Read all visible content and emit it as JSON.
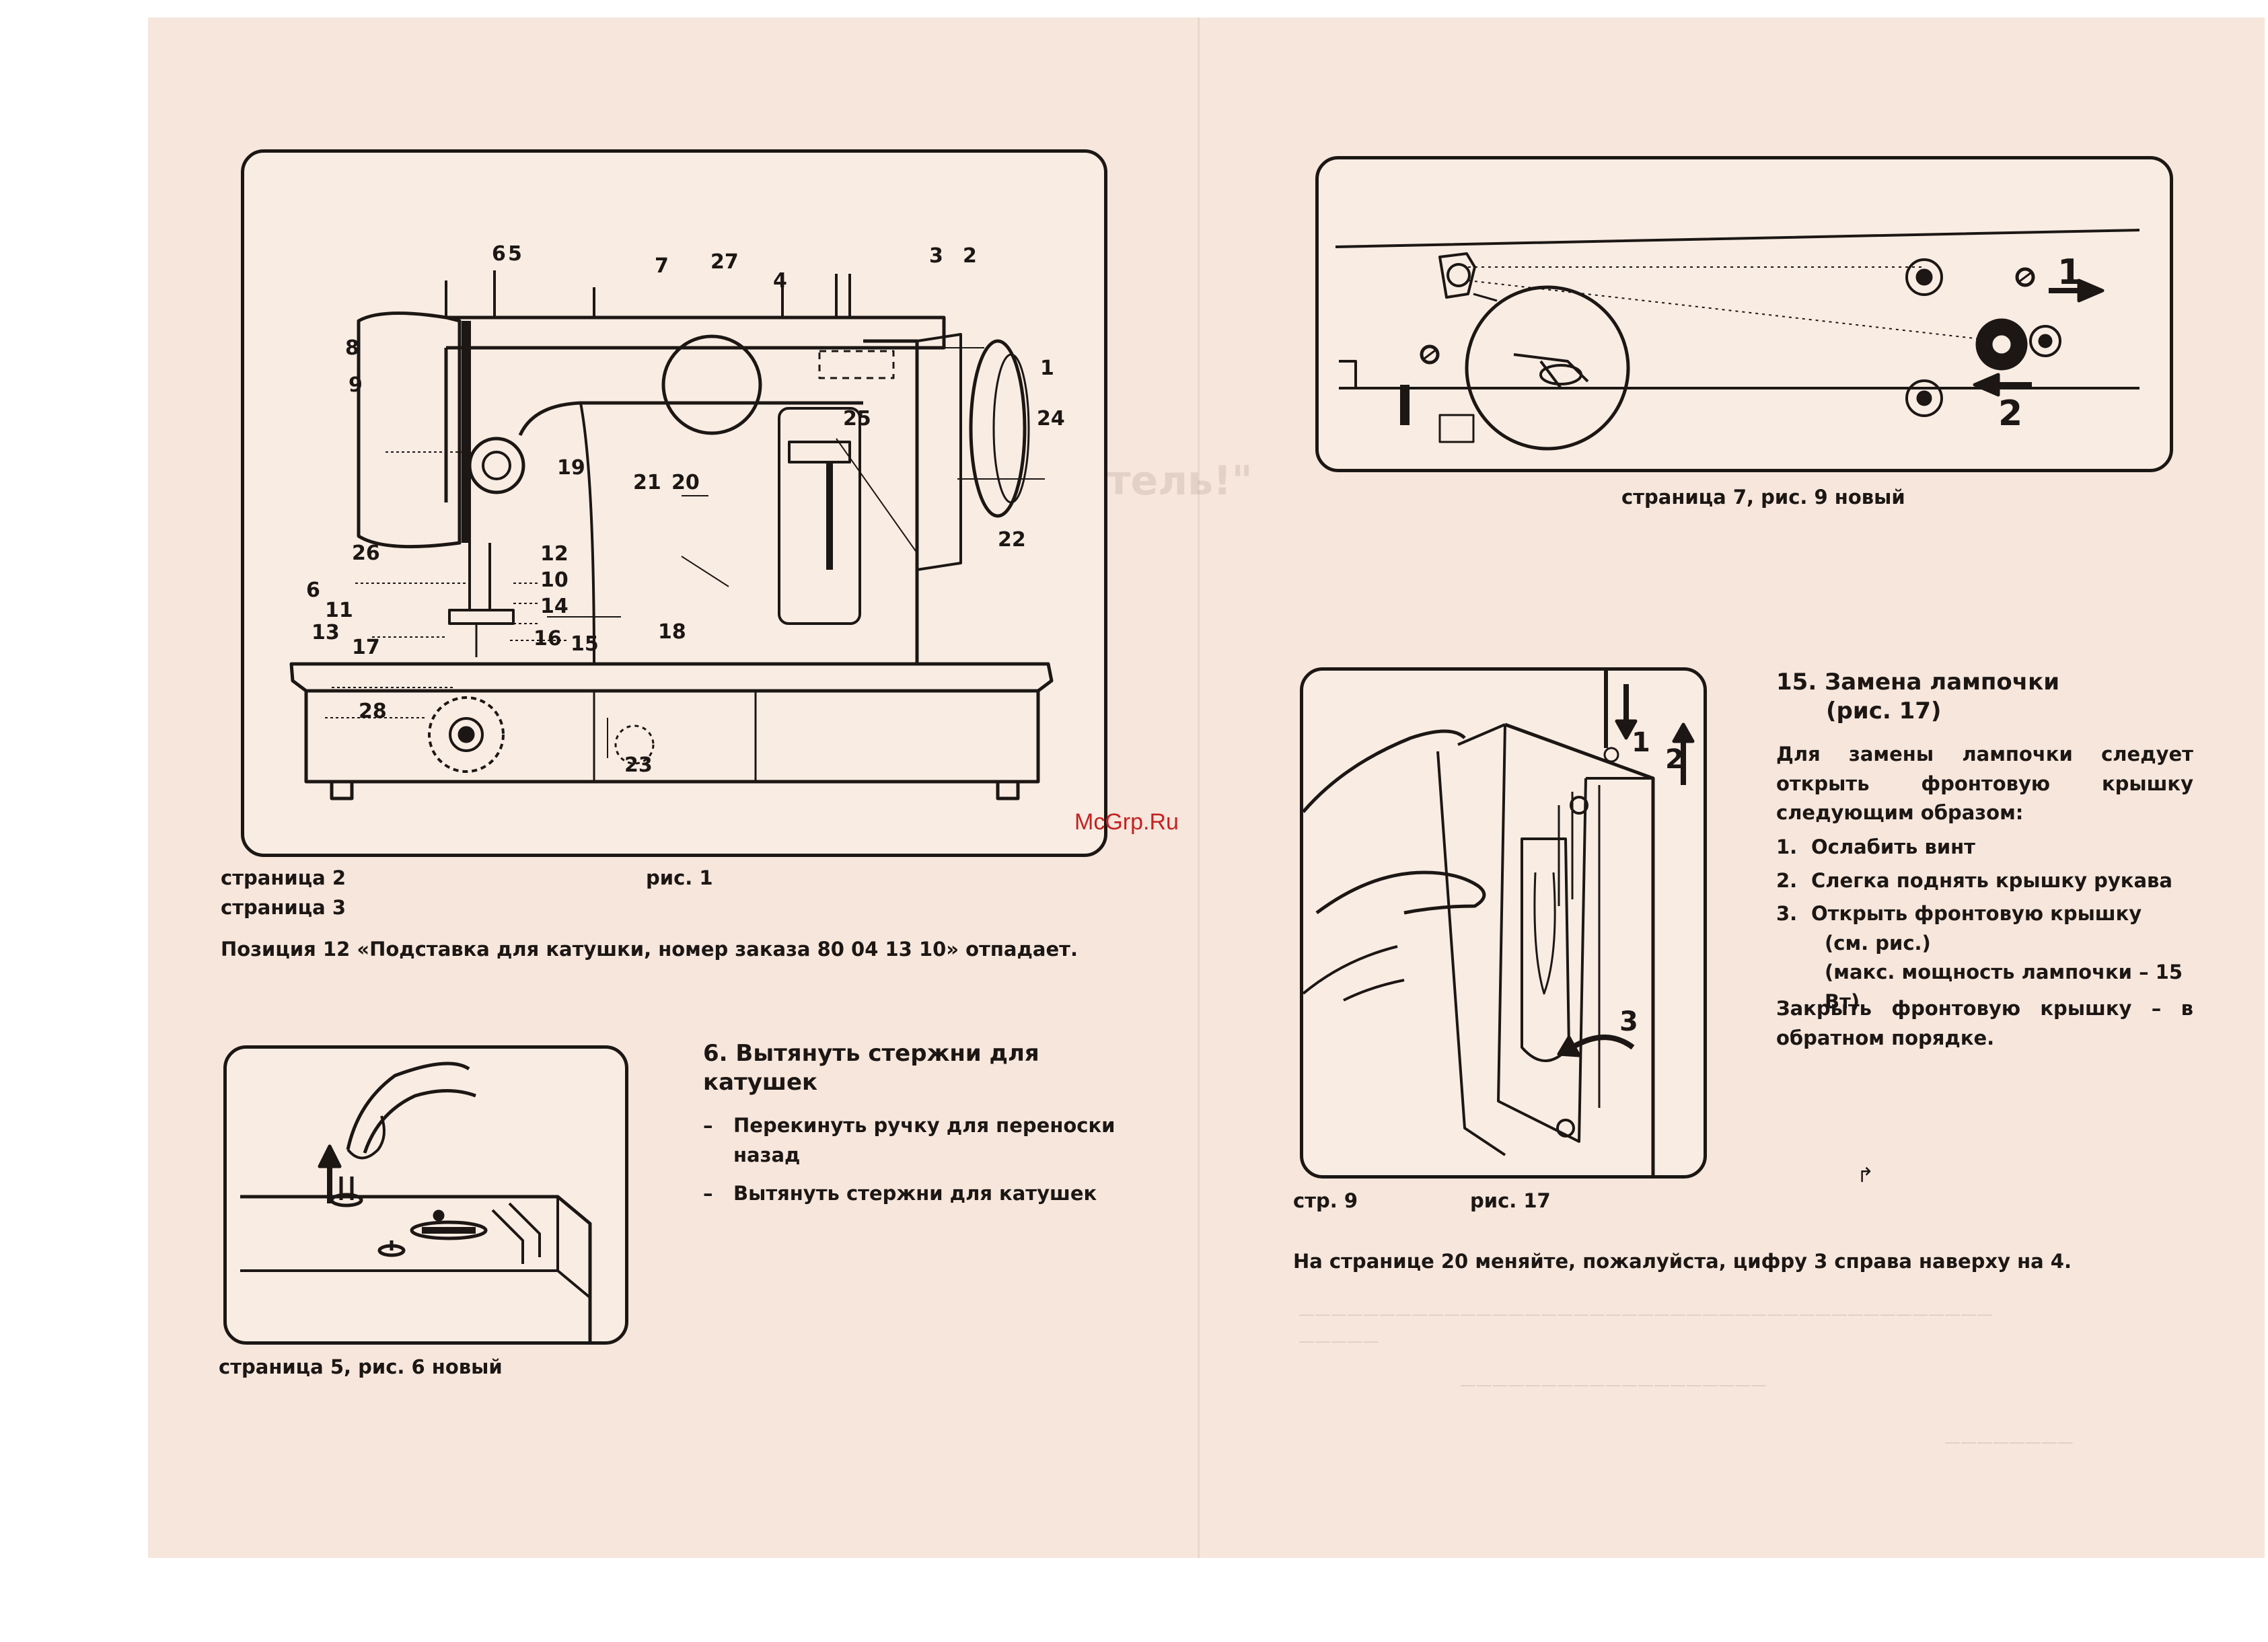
{
  "watermark": "McGrp.Ru",
  "left_page": {
    "figure1": {
      "callouts": [
        "1",
        "2",
        "3",
        "4",
        "5",
        "6",
        "6",
        "7",
        "8",
        "9",
        "10",
        "11",
        "12",
        "13",
        "14",
        "15",
        "16",
        "17",
        "18",
        "19",
        "20",
        "21",
        "22",
        "23",
        "24",
        "25",
        "26",
        "27",
        "28"
      ],
      "caption_left_line1": "страница 2",
      "caption_left_line2": "страница 3",
      "caption_right": "рис. 1"
    },
    "note_position12": "Позиция 12 «Подставка для катушки, номер заказа 80 04 13 10» отпадает.",
    "figure6": {
      "caption": "страница 5, рис. 6 новый"
    },
    "section6": {
      "heading_number": "6.",
      "heading_text": "Вытянуть стержни для катушек",
      "items": [
        "Перекинуть ручку для переноски назад",
        "Вытянуть стержни для катушек"
      ]
    }
  },
  "right_page": {
    "figure9": {
      "callouts": [
        "1",
        "2"
      ],
      "caption": "страница 7, рис. 9 новый"
    },
    "figure17": {
      "callouts": [
        "1",
        "2",
        "3"
      ],
      "caption_left": "стр. 9",
      "caption_right": "рис. 17"
    },
    "section15": {
      "heading_number": "15.",
      "heading_line1": "Замена лампочки",
      "heading_line2": "(рис. 17)",
      "intro": "Для замены лампочки следует открыть фронтовую крышку следующим образом:",
      "steps": [
        {
          "num": "1.",
          "text": "Ослабить винт"
        },
        {
          "num": "2.",
          "text": "Слегка поднять крышку рукава"
        },
        {
          "num": "3.",
          "text": "Открыть фронтовую крышку"
        }
      ],
      "step3_note1": "(см. рис.)",
      "step3_note2": "(макс. мощность лампочки – 15 Вт)",
      "closing": "Закрыть фронтовую крышку – в обратном порядке."
    },
    "note_page20": "На странице 20 меняйте, пожалуйста, цифру 3 справа наверху на 4."
  }
}
